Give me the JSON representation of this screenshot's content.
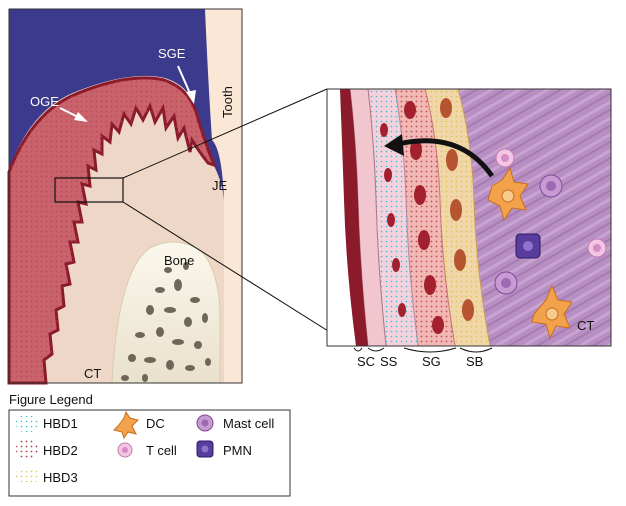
{
  "diagram": {
    "labels": {
      "sge": "SGE",
      "oge": "OGE",
      "tooth": "Tooth",
      "je": "JE",
      "bone": "Bone",
      "ct_left": "CT",
      "ct_right": "CT"
    },
    "layers": [
      "SC",
      "SS",
      "SG",
      "SB"
    ]
  },
  "legend": {
    "title": "Figure Legend",
    "items": [
      {
        "icon": "hbd1-dots-icon",
        "label": "HBD1",
        "color": "#3cc6d6"
      },
      {
        "icon": "dc-cell-icon",
        "label": "DC",
        "color": "#f2a24a"
      },
      {
        "icon": "mast-cell-icon",
        "label": "Mast cell",
        "color": "#a77bbf"
      },
      {
        "icon": "hbd2-dots-icon",
        "label": "HBD2",
        "color": "#e23b3b"
      },
      {
        "icon": "t-cell-icon",
        "label": "T cell",
        "color": "#e0a2d0"
      },
      {
        "icon": "pmn-icon",
        "label": "PMN",
        "color": "#5a3b9e"
      },
      {
        "icon": "hbd3-dots-icon",
        "label": "HBD3",
        "color": "#e6cf55"
      }
    ]
  },
  "colors": {
    "blue_bg": "#3c3a8c",
    "epithelium": "#c9636b",
    "epithelium_edge": "#8b1a2a",
    "ct": "#efd7c8",
    "tooth": "#fbe7d6",
    "bone": "#f3eee0",
    "zoom_ct": "#b58bc0"
  }
}
